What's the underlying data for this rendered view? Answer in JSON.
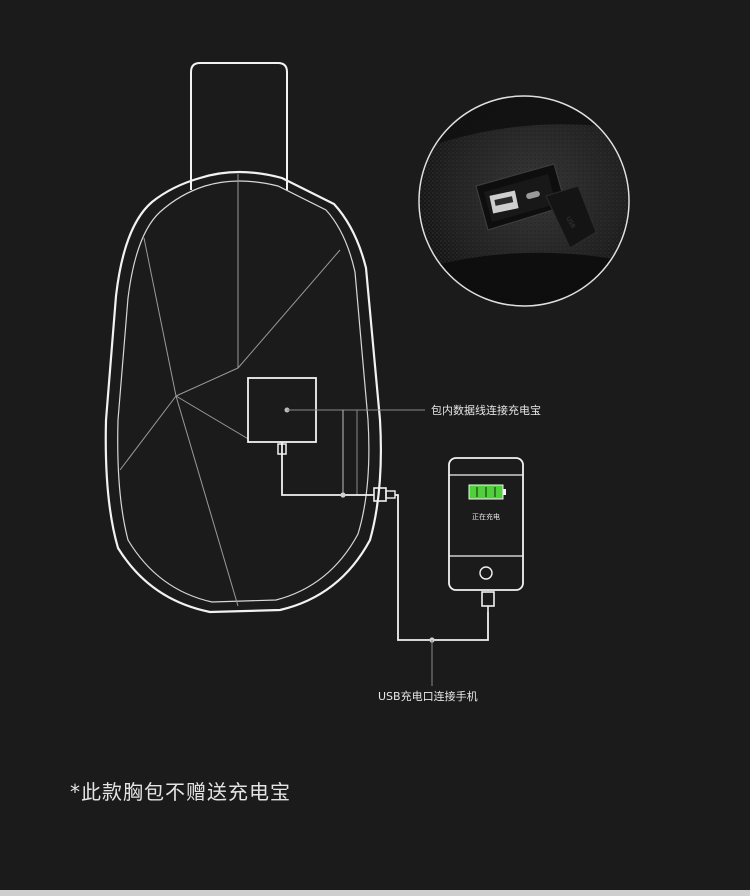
{
  "labels": {
    "powerbank_callout": "包内数据线连接充电宝",
    "usb_callout": "USB充电口连接手机",
    "phone_status": "正在充电"
  },
  "footnote": "*此款胸包不赠送充电宝",
  "colors": {
    "background": "#1b1b1b",
    "outline": "#f2f2f2",
    "battery_fill": "#4fd13a"
  },
  "icons": {
    "battery": "battery-charging-icon",
    "home_button": "home-button-icon",
    "usb_port": "usb-port-icon"
  }
}
